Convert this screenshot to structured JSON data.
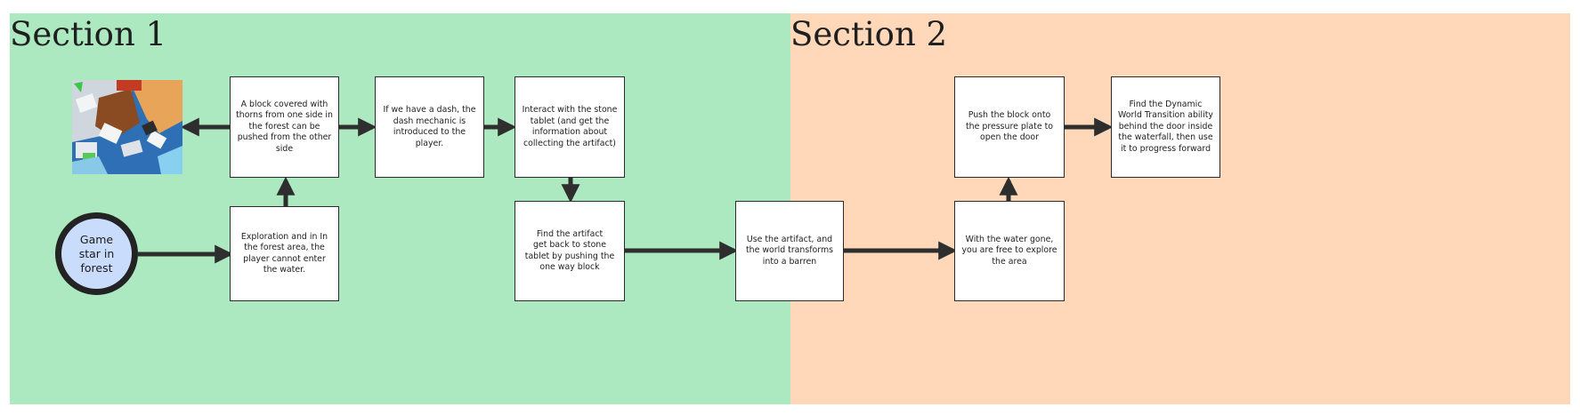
{
  "sections": [
    {
      "title": "Section 1",
      "color": "#ace9c1"
    },
    {
      "title": "Section 2",
      "color": "#fed8b9"
    }
  ],
  "start_node": {
    "text": "Game star in forest",
    "fill": "#c9dcfb"
  },
  "nodes": {
    "exploration": "Exploration and in In the forest area, the player cannot enter the water.",
    "thorns_block": "A block covered with thorns from one side in the forest can be pushed from the other side",
    "dash": "If we have a dash, the dash mechanic is introduced to the player.",
    "stone_tablet": "Interact with the stone tablet (and get the information about collecting the artifact)",
    "find_artifact": "Find the artifact\nget back to stone tablet by pushing the one way block",
    "use_artifact": "Use the artifact, and the world transforms into a barren",
    "water_gone": "With the water gone, you are free to explore the area",
    "push_block": "Push the block onto the pressure plate to open the door",
    "find_dynamic": "Find the Dynamic World Transition ability behind the door inside the waterfall, then use it to progress forward"
  },
  "image": {
    "icon": "level-screenshot-image"
  },
  "colors": {
    "arrow": "#2e2e2e",
    "node_border": "#2b2b2b"
  }
}
